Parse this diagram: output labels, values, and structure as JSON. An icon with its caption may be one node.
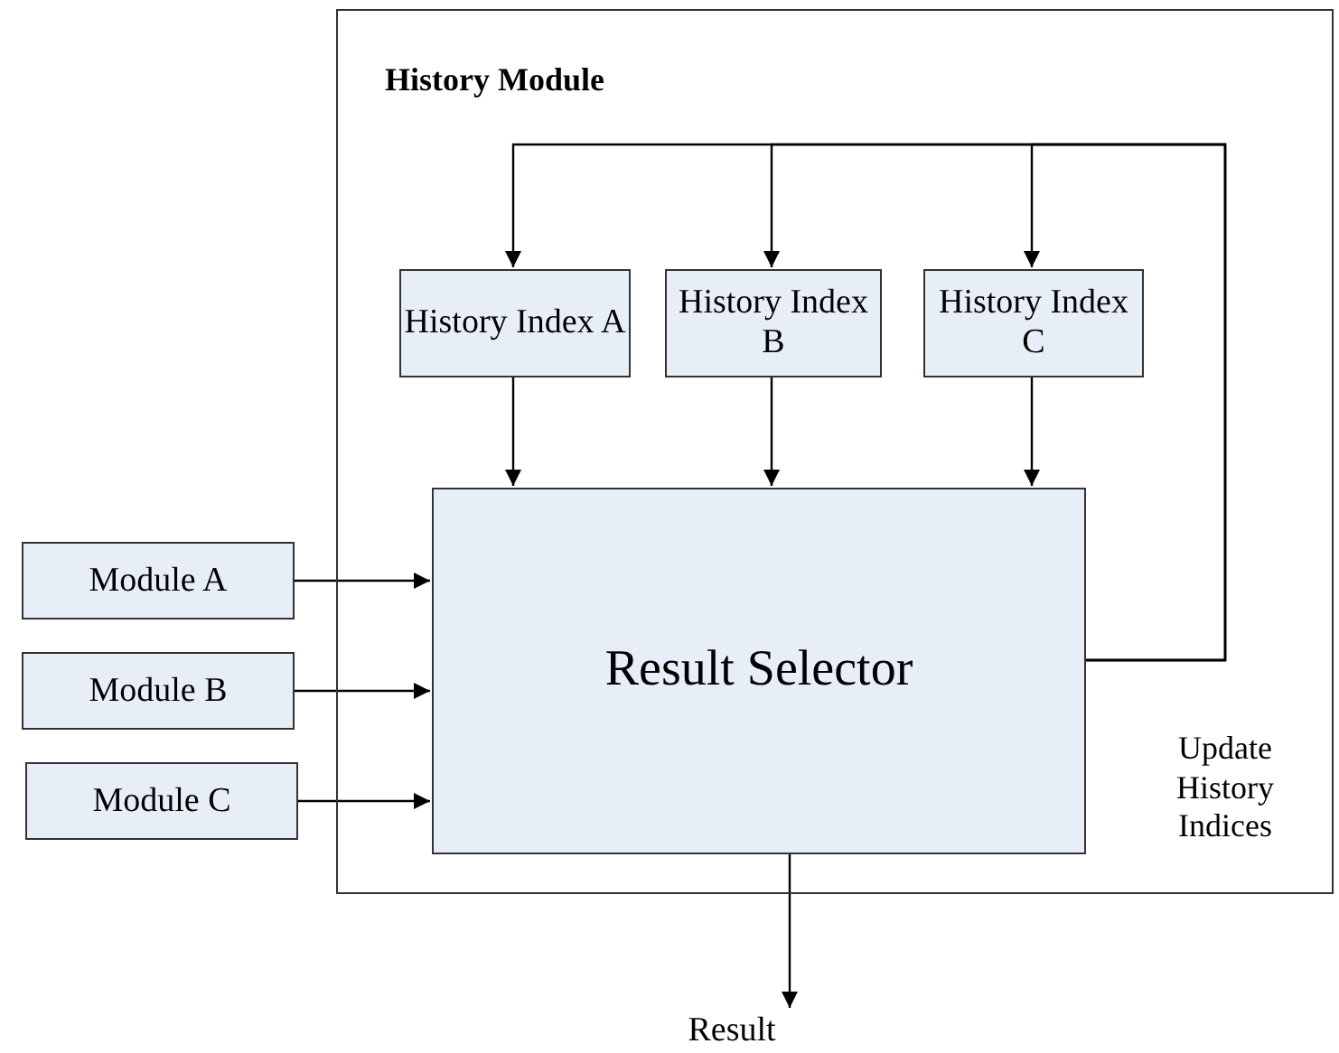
{
  "diagram": {
    "nodes": [
      {
        "text": [
          "History Module"
        ]
      },
      {
        "text": [
          "History Index A"
        ],
        "in": 0
      },
      {
        "text": [
          "History Index B"
        ],
        "in": 0
      },
      {
        "text": [
          "History Index C"
        ],
        "in": 0
      },
      {
        "text": [
          "Result Selector"
        ],
        "in": 0
      },
      {
        "text": [
          "Module A"
        ]
      },
      {
        "text": [
          "Module B"
        ]
      },
      {
        "text": [
          "Module C"
        ]
      },
      {
        "text": [
          "Result"
        ]
      }
    ],
    "edges": [
      {
        "from": 1,
        "to": 4,
        "arrow": "to"
      },
      {
        "from": 2,
        "to": 4,
        "arrow": "to"
      },
      {
        "from": 3,
        "to": 4,
        "arrow": "to"
      },
      {
        "from": 5,
        "to": 4,
        "arrow": "to"
      },
      {
        "from": 6,
        "to": 4,
        "arrow": "to"
      },
      {
        "from": 7,
        "to": 4,
        "arrow": "to"
      },
      {
        "from": 4,
        "to": 8,
        "arrow": "to"
      },
      {
        "from": 4,
        "to": 1,
        "arrow": "to"
      },
      {
        "from": 4,
        "to": 2,
        "arrow": "to"
      },
      {
        "from": 4,
        "to": 3,
        "arrow": "to",
        "label": "Update History Indices"
      }
    ]
  }
}
